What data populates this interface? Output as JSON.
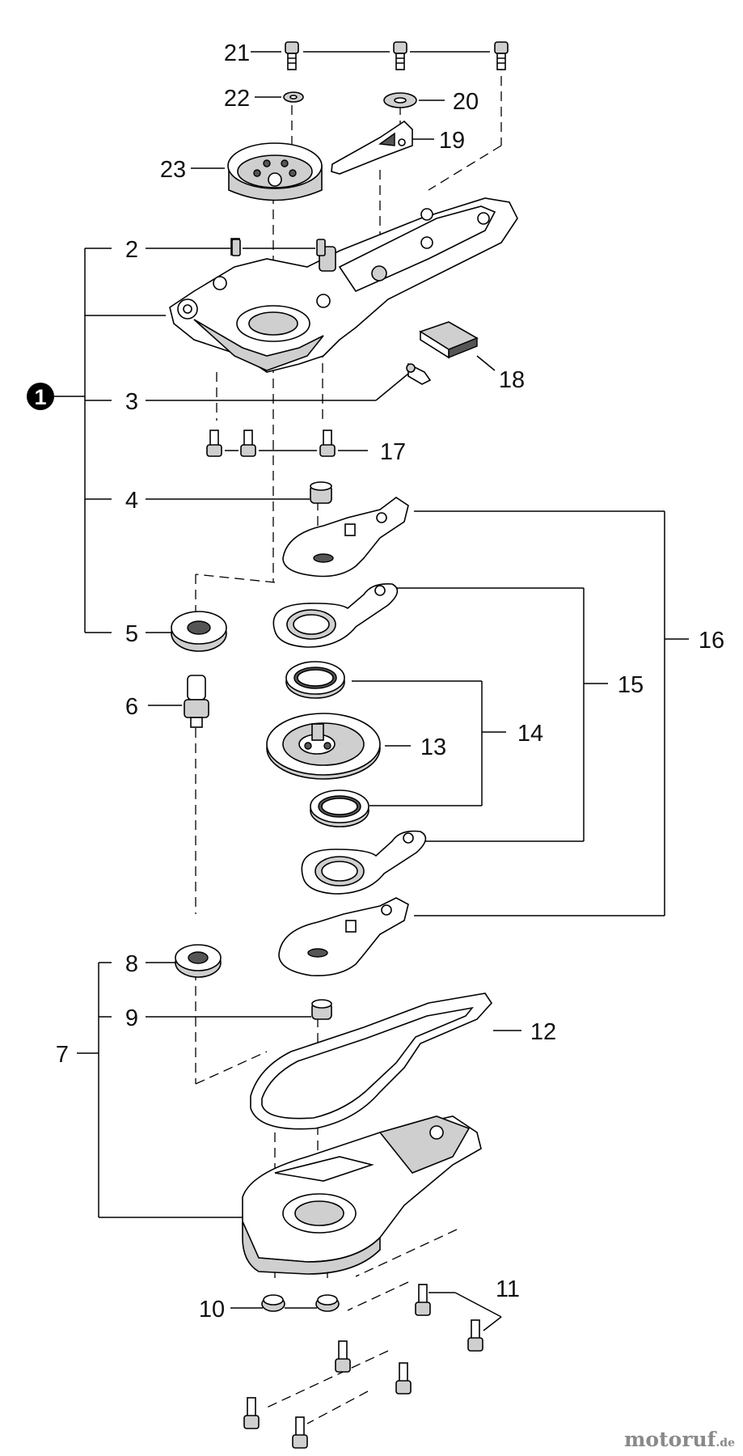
{
  "diagram": {
    "callouts": [
      "1",
      "2",
      "3",
      "4",
      "5",
      "6",
      "7",
      "8",
      "9",
      "10",
      "11",
      "12",
      "13",
      "14",
      "15",
      "16",
      "17",
      "18",
      "19",
      "20",
      "21",
      "22",
      "23"
    ]
  },
  "watermark": {
    "brand": "motoruf",
    "suffix": ".de"
  }
}
